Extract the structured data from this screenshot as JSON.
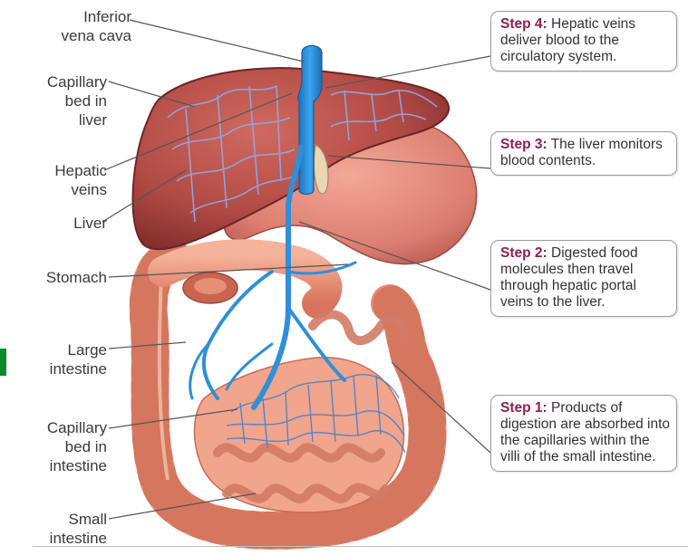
{
  "labels": {
    "inferior_vena_cava": "Inferior\nvena cava",
    "capillary_bed_liver": "Capillary\nbed in\nliver",
    "hepatic_veins": "Hepatic\nveins",
    "liver": "Liver",
    "stomach": "Stomach",
    "large_intestine": "Large\nintestine",
    "capillary_bed_intestine": "Capillary\nbed in\nintestine",
    "small_intestine": "Small\nintestine"
  },
  "steps": [
    {
      "title": "Step 4:",
      "text": "Hepatic veins deliver blood to the circulatory system."
    },
    {
      "title": "Step 3:",
      "text": "The liver monitors blood contents."
    },
    {
      "title": "Step 2:",
      "text": "Digested food molecules then travel through hepatic portal veins to the liver."
    },
    {
      "title": "Step 1:",
      "text": "Products of digestion are absorbed into the capillaries within the villi of the small intestine."
    }
  ],
  "colors": {
    "liver": "#b34a45",
    "stomach": "#e2877a",
    "intestine": "#e9967a",
    "vein_blue": "#2f8fd8",
    "accent_step": "#8e1f4f"
  }
}
